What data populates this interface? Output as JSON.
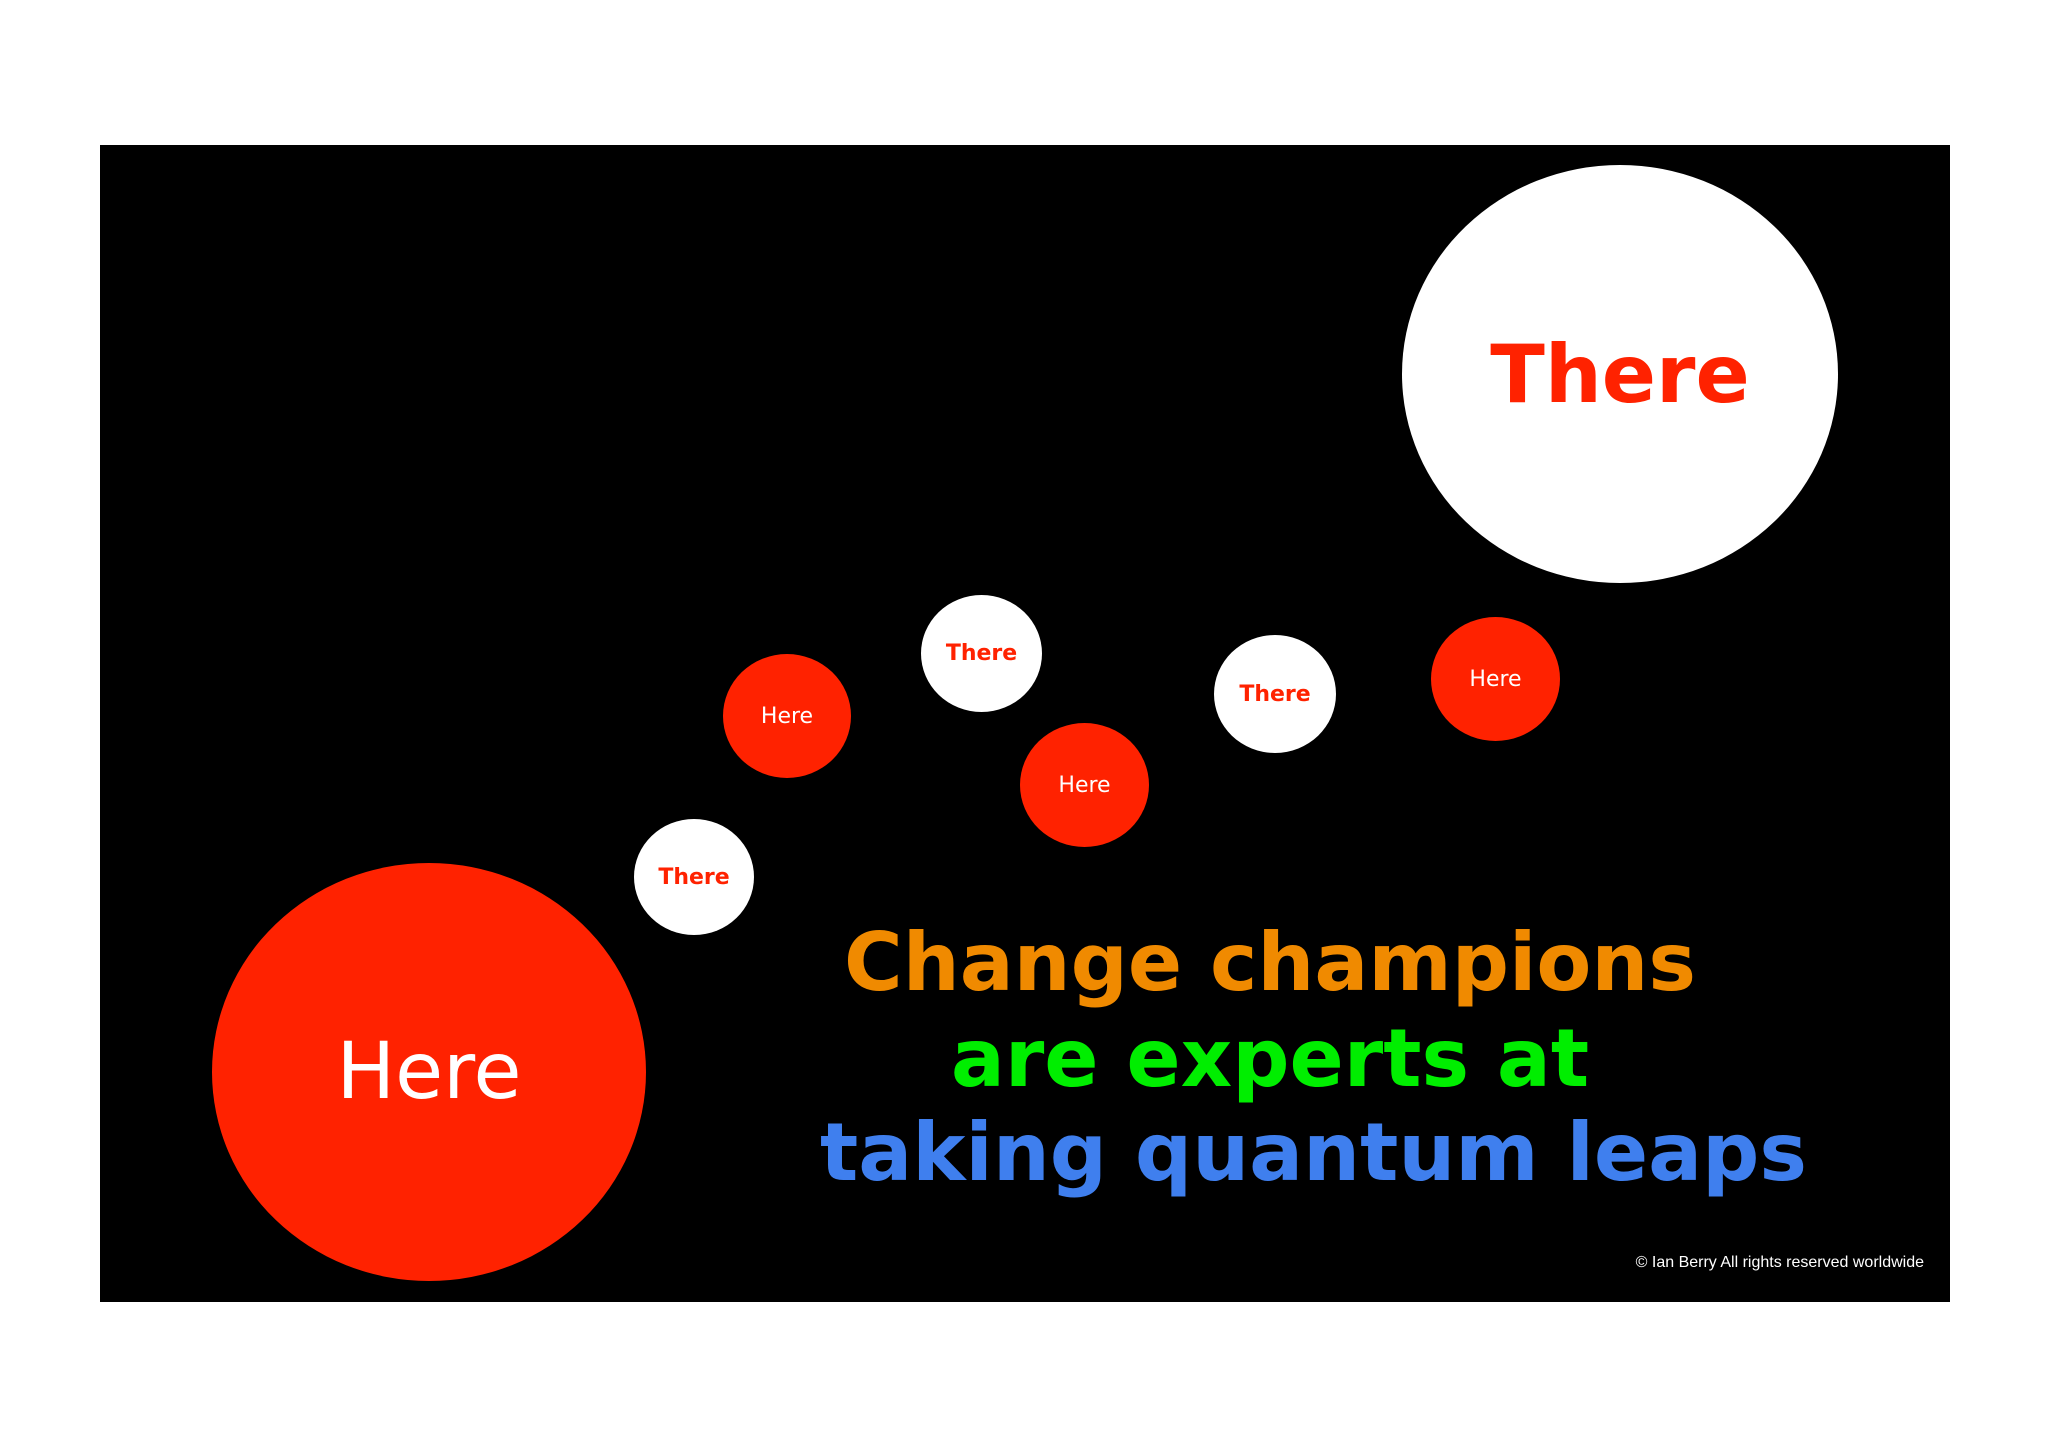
{
  "colors": {
    "background": "#000000",
    "here_fill": "#ff2200",
    "there_fill": "#ffffff",
    "here_text": "#ffffff",
    "there_text": "#ff2200",
    "line1_color": "#f08a00",
    "line2_color": "#00ee00",
    "line3_color": "#3f7fee"
  },
  "bubbles": [
    {
      "label": "Here",
      "kind": "here"
    },
    {
      "label": "There",
      "kind": "there"
    },
    {
      "label": "Here",
      "kind": "here"
    },
    {
      "label": "There",
      "kind": "there"
    },
    {
      "label": "Here",
      "kind": "here"
    },
    {
      "label": "There",
      "kind": "there"
    },
    {
      "label": "Here",
      "kind": "here"
    },
    {
      "label": "There",
      "kind": "there"
    }
  ],
  "headline": {
    "line1": "Change champions",
    "line2": "are experts at",
    "line3": "taking quantum leaps"
  },
  "copyright": "© Ian Berry  All rights reserved worldwide"
}
